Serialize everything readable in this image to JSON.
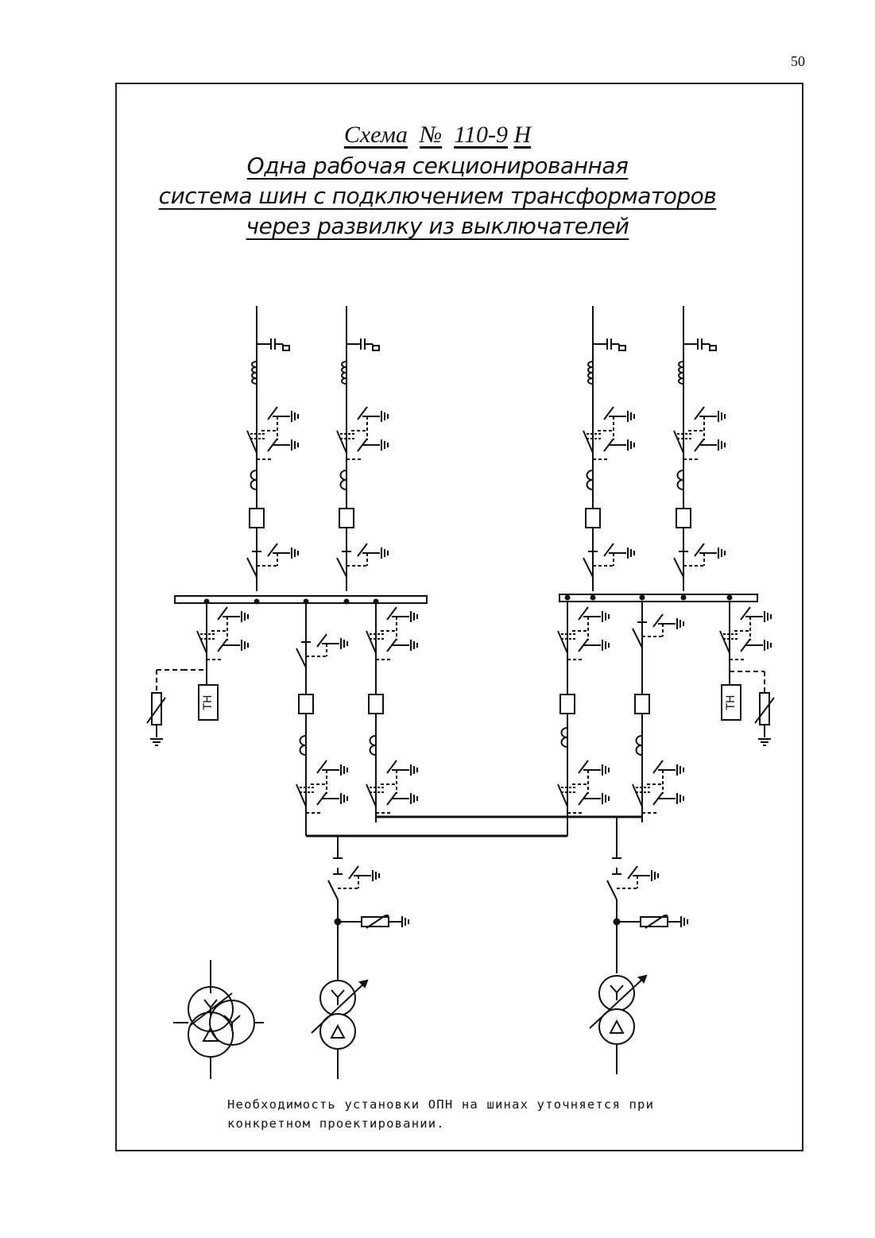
{
  "page_number": "50",
  "title": {
    "scheme_word": "Схема",
    "number_sign": "№",
    "scheme_code": "110-9",
    "scheme_suffix": "Н",
    "line2": "Одна рабочая секционированная",
    "line3": "система шин с подключением трансформаторов",
    "line4": "через развилку из выключателей"
  },
  "labels": {
    "vt_left": "ТН",
    "vt_right": "ТН"
  },
  "note": {
    "line1": "Необходимость установки ОПН на шинах уточняется при",
    "line2": "конкретном проектировании."
  },
  "icons": [
    "disconnector-icon",
    "earthing-switch-icon",
    "circuit-breaker-icon",
    "current-transformer-icon",
    "line-reactor-icon",
    "surge-arrester-icon",
    "voltage-transformer-icon",
    "three-winding-transformer-icon",
    "two-winding-transformer-icon"
  ]
}
